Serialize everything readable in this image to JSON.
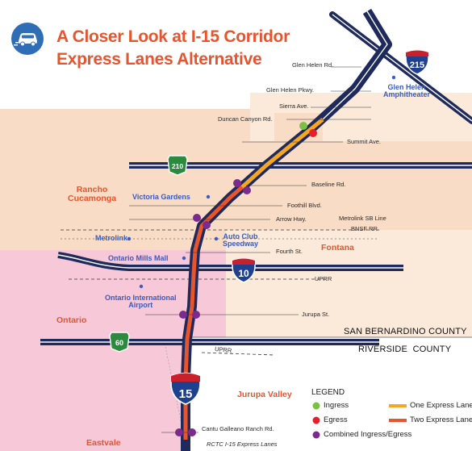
{
  "title": {
    "line1": "A Closer Look at I-15 Corridor",
    "line2": "Express Lanes Alternative",
    "icon": "car-icon"
  },
  "shields": {
    "i215": "215",
    "sr210": "210",
    "i10": "10",
    "sr60": "60",
    "i15": "15"
  },
  "roads": {
    "glen_helen_rd": "Glen Helen Rd.",
    "glen_helen_pkwy": "Glen Helen Pkwy.",
    "sierra_ave": "Sierra Ave.",
    "duncan_canyon_rd": "Duncan Canyon Rd.",
    "summit_ave": "Summit Ave.",
    "baseline_rd": "Baseline Rd.",
    "foothill_blvd": "Foothill Blvd.",
    "arrow_hwy": "Arrow Hwy.",
    "fourth_st": "Fourth St.",
    "jurupa_st": "Jurupa St.",
    "cantu_galleano": "Cantu Galleano Ranch Rd.",
    "rctc": "RCTC I-15 Express Lanes"
  },
  "rail": {
    "metrolink_sb": "Metrolink SB Line",
    "bnsf": "BNSF RR",
    "uprr_1": "UPRR",
    "uprr_2": "UPRR"
  },
  "places": {
    "glen_helen_amph": "Glen Helen\nAmphitheater",
    "victoria_gardens": "Victoria Gardens",
    "metrolink": "Metrolink",
    "auto_club": "Auto Club\nSpeedway",
    "ontario_mills": "Ontario Mills Mall",
    "ontario_airport": "Ontario International\nAirport"
  },
  "cities": {
    "rancho": "Rancho\nCucamonga",
    "fontana": "Fontana",
    "ontario": "Ontario",
    "jurupa_valley": "Jurupa Valley",
    "eastvale": "Eastvale"
  },
  "counties": {
    "san_bernardino": "SAN BERNARDINO COUNTY",
    "riverside": "RIVERSIDE  COUNTY"
  },
  "legend": {
    "title": "LEGEND",
    "ingress": "Ingress",
    "egress": "Egress",
    "combined": "Combined Ingress/Egress",
    "one_lane": "One Express Lane",
    "two_lanes": "Two Express Lanes"
  },
  "colors": {
    "accent": "#e8542b",
    "road_navy": "#1f2a5c",
    "one_lane": "#f5a623",
    "two_lanes": "#e8542b",
    "ingress": "#7ac143",
    "egress": "#e4202b",
    "combined": "#7b2a8e",
    "place_blue": "#3a5bbf",
    "peach_area": "#f8dcc6",
    "light_peach": "#fbe9d9",
    "pink_area": "#f7c8d8",
    "pink_light": "#f9d7e2"
  }
}
